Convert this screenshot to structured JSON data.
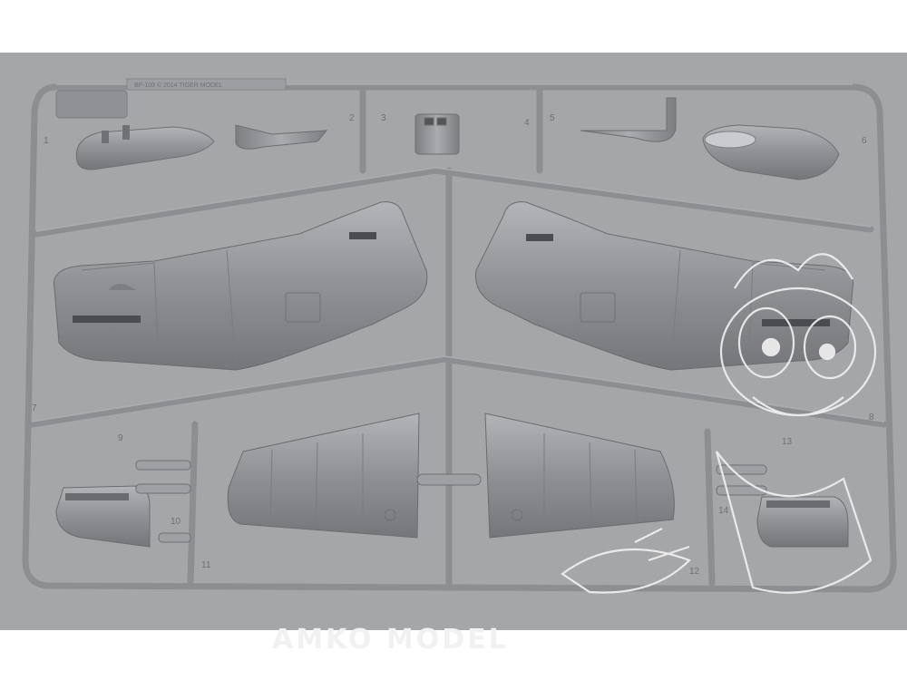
{
  "sprue": {
    "tag_text": "BF-109 © 2014 TIGER MODEL",
    "part_numbers": [
      "1",
      "2",
      "3",
      "4",
      "5",
      "6",
      "7",
      "8",
      "9",
      "10",
      "11",
      "12",
      "13",
      "14"
    ]
  },
  "colors": {
    "background": "#a5a6a8",
    "plastic": "#8d8f93",
    "plastic_light": "#b8babd",
    "plastic_dark": "#6f7175",
    "watermark": "#f0f0f0"
  },
  "watermark": {
    "text": "AMKO MODEL"
  }
}
